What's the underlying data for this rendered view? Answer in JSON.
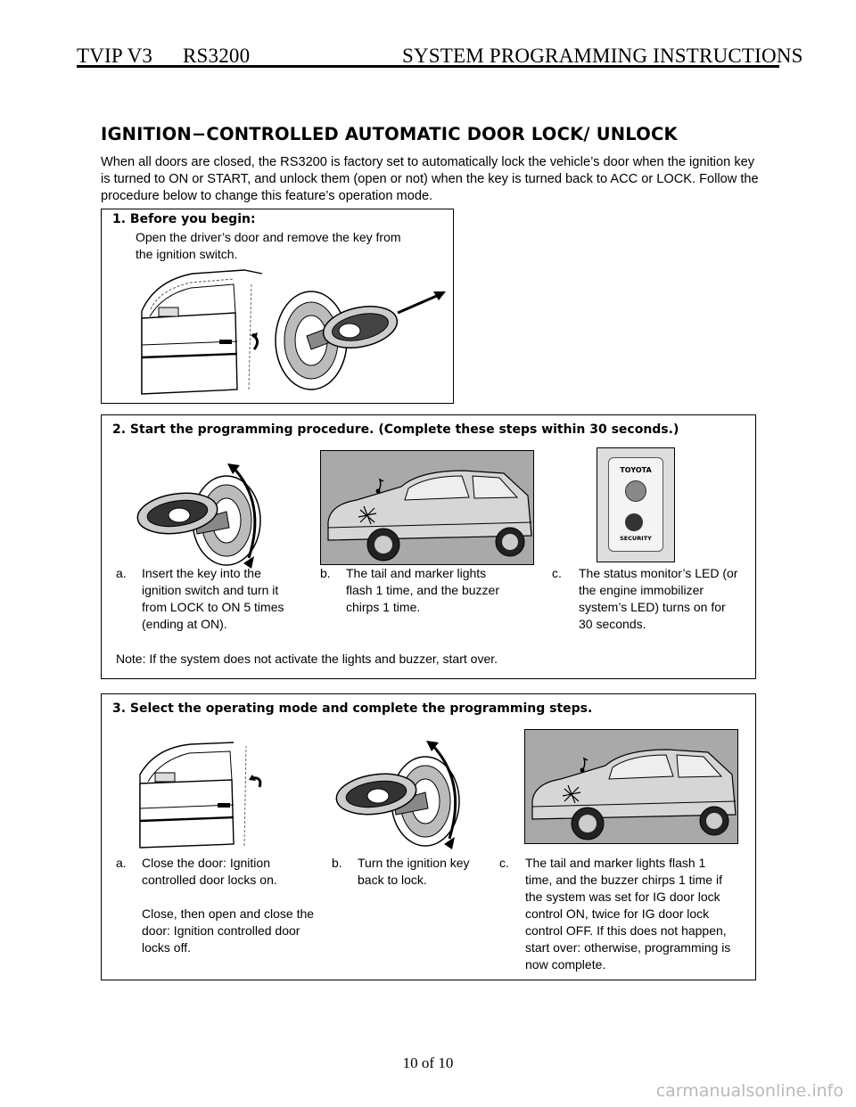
{
  "header": {
    "left": "TVIP V3",
    "middle": "RS3200",
    "right": "SYSTEM PROGRAMMING INSTRUCTIONS"
  },
  "title": "IGNITION−CONTROLLED AUTOMATIC DOOR LOCK/ UNLOCK",
  "intro": "When all doors are closed, the RS3200 is factory set to automatically lock the vehicle’s door when the ignition key is turned to ON or START, and unlock them (open or not) when the key is turned back to ACC or LOCK. Follow the procedure below to change this feature’s operation mode.",
  "step1": {
    "heading": "1.   Before you begin:",
    "body": "Open the driver’s door and remove the key from the ignition switch."
  },
  "step2": {
    "heading": "2.   Start the programming procedure. (Complete these steps within 30 seconds.)",
    "a_label": "a.",
    "a_text": "Insert the key into the ignition switch and turn it from LOCK to ON 5 times (ending at ON).",
    "b_label": "b.",
    "b_text": "The tail and marker lights flash 1 time,  and the buzzer chirps 1 time.",
    "c_label": "c.",
    "c_text": "The status monitor’s LED (or the engine immobilizer system’s LED) turns on for 30 seconds.",
    "note": "Note: If the system does not activate the lights and buzzer, start over.",
    "monitor_top": "TOYOTA",
    "monitor_bottom": "SECURITY"
  },
  "step3": {
    "heading": "3.   Select the operating mode and complete the programming steps.",
    "a_label": "a.",
    "a_text1": "Close the door: Ignition controlled door locks on.",
    "a_text2": "Close, then open and close the door: Ignition controlled door locks off.",
    "b_label": "b.",
    "b_text": "Turn the ignition key back to lock.",
    "c_label": "c.",
    "c_text": "The tail and marker lights flash 1 time,  and the buzzer chirps 1 time if the system was set for IG door lock control ON, twice for IG door lock control OFF.  If this does not happen, start over: otherwise, programming is now complete."
  },
  "footer": "10 of 10",
  "watermark": "carmanualsonline.info"
}
